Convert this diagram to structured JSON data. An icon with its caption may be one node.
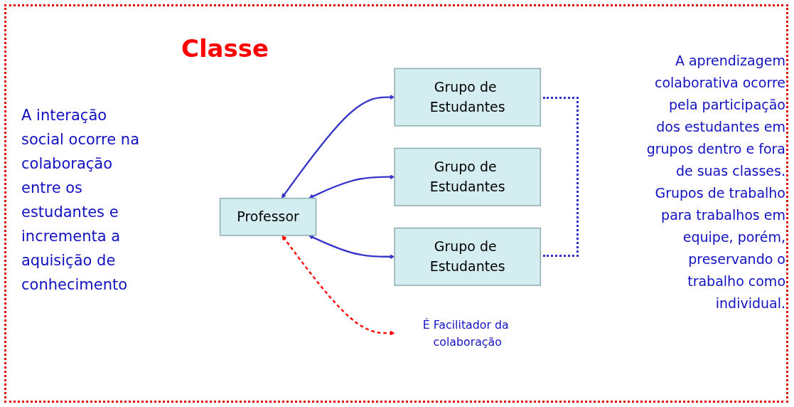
{
  "diagram": {
    "title": "Classe",
    "nodes": [
      {
        "text": [
          "Professor"
        ]
      },
      {
        "text": [
          "Grupo de Estudantes"
        ]
      },
      {
        "text": [
          "Grupo de Estudantes"
        ]
      },
      {
        "text": [
          "Grupo de Estudantes"
        ]
      },
      {
        "text": [
          "É Facilitador da colaboração"
        ]
      }
    ],
    "edges": [
      {
        "from": 0,
        "to": 1,
        "arrow": "both"
      },
      {
        "from": 0,
        "to": 2,
        "arrow": "both"
      },
      {
        "from": 0,
        "to": 3,
        "arrow": "both"
      },
      {
        "from": 0,
        "to": 4,
        "arrow": "both",
        "style": "dashed",
        "color": "#ff0000"
      }
    ],
    "labels": [
      "A interação social ocorre na colaboração entre os estudantes e incrementa a aquisição de conhecimento",
      "A aprendizagem colaborativa ocorre pela participação dos estudantes em grupos dentro e fora de suas classes. Grupos de trabalho para trabalhos em equipe, porém, preservando o trabalho como individual."
    ]
  }
}
